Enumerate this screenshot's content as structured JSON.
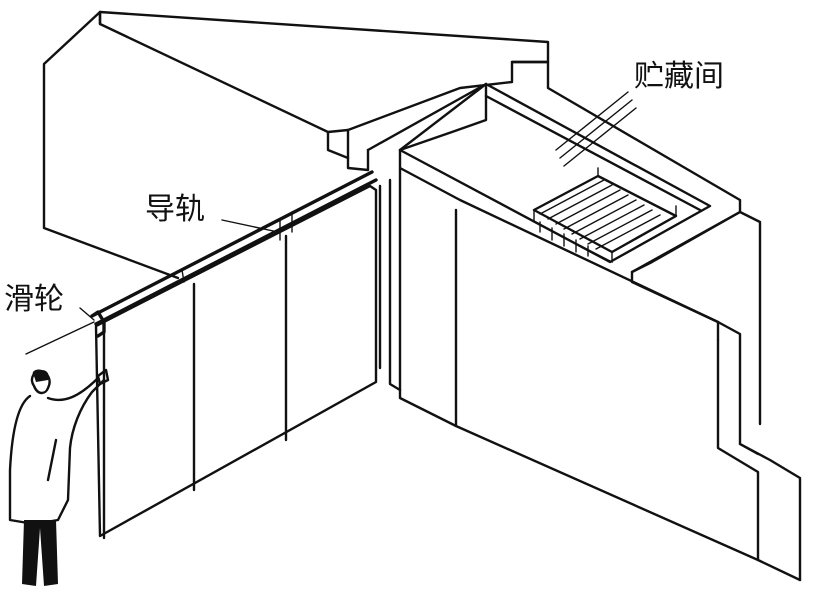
{
  "labels": {
    "storage_room": "贮藏间",
    "guide_rail": "导轨",
    "pulley": "滑轮"
  }
}
